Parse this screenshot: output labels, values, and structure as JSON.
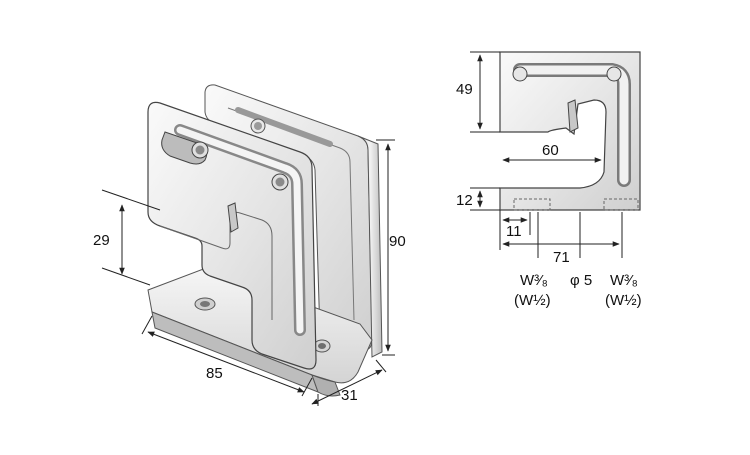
{
  "iso_view": {
    "dim_height": "90",
    "dim_opening": "29",
    "dim_length": "85",
    "dim_depth": "31"
  },
  "side_view": {
    "dim_top": "49",
    "dim_inner_width": "60",
    "dim_base": "12",
    "dim_hole_offset": "11",
    "dim_hole_span": "71",
    "thread_left_main": "W³⁄₈",
    "thread_left_alt": "(W½)",
    "hole_center": "φ 5",
    "thread_right_main": "W³⁄₈",
    "thread_right_alt": "(W½)"
  }
}
